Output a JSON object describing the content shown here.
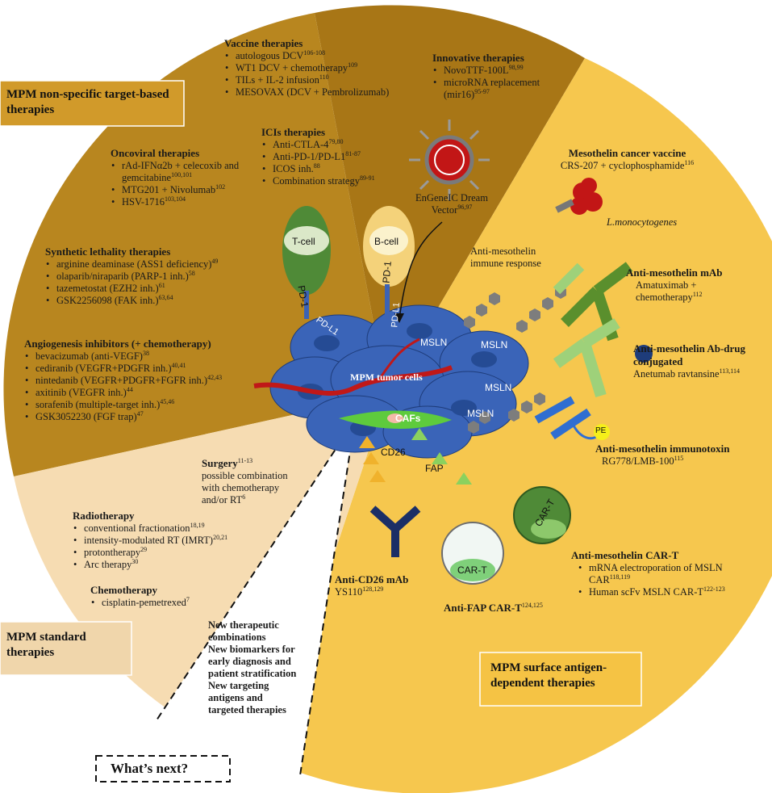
{
  "colors": {
    "nonspecific_sector": "#b8861f",
    "nonspecific_upper": "#a57314",
    "standard_sector": "#f6dcb2",
    "surface_sector": "#f6c74e",
    "nonspecific_label_bg": "#d19a2a",
    "standard_label_bg": "#f0d6ab",
    "surface_label_bg": "#f5c344",
    "tumor_cell": "#3a64b8",
    "caf": "#5ecb3d",
    "mesothelin": "#7a7a7a"
  },
  "labels": {
    "nonspecific": "MPM non-specific target-based therapies",
    "standard": "MPM standard therapies",
    "surface": "MPM surface antigen-dependent therapies",
    "whats_next": "What’s next?"
  },
  "vaccine": {
    "title": "Vaccine therapies",
    "items": [
      {
        "text": "autologous DCV",
        "ref": "106-108"
      },
      {
        "text": "WT1 DCV + chemotherapy",
        "ref": "109"
      },
      {
        "text": "TILs + IL-2 infusion",
        "ref": "110"
      },
      {
        "text": "MESOVAX (DCV + Pembrolizumab)",
        "ref": ""
      }
    ]
  },
  "innovative": {
    "title": "Innovative therapies",
    "items": [
      {
        "text": "NovoTTF-100L",
        "ref": "98,99"
      },
      {
        "text": "microRNA replacement (mir16)",
        "ref": "95-97"
      }
    ]
  },
  "ici": {
    "title": "ICIs therapies",
    "items": [
      {
        "text": "Anti-CTLA-4",
        "ref": "79,80"
      },
      {
        "text": "Anti-PD-1/PD-L1",
        "ref": "81-87"
      },
      {
        "text": "ICOS inh.",
        "ref": "88"
      },
      {
        "text": "Combination strategy",
        "ref": "89-91"
      }
    ]
  },
  "oncoviral": {
    "title": "Oncoviral therapies",
    "items": [
      {
        "text": "rAd-IFNα2b + celecoxib and gemcitabine",
        "ref": "100,101"
      },
      {
        "text": "MTG201 + Nivolumab",
        "ref": "102"
      },
      {
        "text": "HSV-1716",
        "ref": "103,104"
      }
    ]
  },
  "engeneic": {
    "text": "EnGeneIC Dream Vector",
    "ref": "96,97"
  },
  "meso_vaccine": {
    "title": "Mesothelin cancer vaccine",
    "text": "CRS-207 + cyclophosphamide",
    "ref": "116",
    "bacterium": "L.monocytogenes"
  },
  "synthetic": {
    "title": "Synthetic lethality therapies",
    "items": [
      {
        "text": "arginine deaminase (ASS1 deficiency)",
        "ref": "49"
      },
      {
        "text": "olaparib/niraparib (PARP-1 inh.)",
        "ref": "58"
      },
      {
        "text": "tazemetostat (EZH2 inh.)",
        "ref": "61"
      },
      {
        "text": "GSK2256098 (FAK inh.)",
        "ref": "63,64"
      }
    ]
  },
  "angio": {
    "title": "Angiogenesis inhibitors (+ chemotherapy)",
    "items": [
      {
        "text": "bevacizumab (anti-VEGF)",
        "ref": "38"
      },
      {
        "text": "cediranib (VEGFR+PDGFR inh.)",
        "ref": "40,41"
      },
      {
        "text": "nintedanib (VEGFR+PDGFR+FGFR inh.)",
        "ref": "42,43"
      },
      {
        "text": "axitinib (VEGFR inh.)",
        "ref": "44"
      },
      {
        "text": "sorafenib (multiple-target inh.)",
        "ref": "45,46"
      },
      {
        "text": "GSK3052230 (FGF trap)",
        "ref": "47"
      }
    ]
  },
  "surgery": {
    "title": "Surgery",
    "ref": "11-13",
    "line1": "possible combination",
    "line2": "with chemotherapy",
    "line3": "and/or RT",
    "ref2": "6"
  },
  "radiotherapy": {
    "title": "Radiotherapy",
    "items": [
      {
        "text": "conventional fractionation",
        "ref": "18,19"
      },
      {
        "text": "intensity-modulated RT (IMRT)",
        "ref": "20,21"
      },
      {
        "text": "protontherapy",
        "ref": "29"
      },
      {
        "text": "Arc therapy",
        "ref": "30"
      }
    ]
  },
  "chemo": {
    "title": "Chemotherapy",
    "items": [
      {
        "text": "cisplatin-pemetrexed",
        "ref": "7"
      }
    ]
  },
  "whats_next_text": [
    "New therapeutic",
    "combinations",
    "New biomarkers for",
    "early diagnosis and",
    "patient stratification",
    "New targeting",
    "antigens and",
    "targeted therapies"
  ],
  "anti_meso_response": {
    "line1": "Anti-mesothelin",
    "line2": "immune response"
  },
  "anti_meso_mab": {
    "title": "Anti-mesothelin mAb",
    "line1": "Amatuximab +",
    "line2": "chemotherapy",
    "ref": "112"
  },
  "anti_meso_adc": {
    "title1": "Anti-mesothelin Ab-drug",
    "title2": "conjugated",
    "text": "Anetumab ravtansine",
    "ref": "113,114"
  },
  "anti_meso_immunotoxin": {
    "title": "Anti-mesothelin immunotoxin",
    "text": "RG778/LMB-100",
    "ref": "115",
    "pe": "PE"
  },
  "anti_meso_cart": {
    "title": "Anti-mesothelin CAR-T",
    "items": [
      {
        "text": "mRNA electroporation of MSLN CAR",
        "ref": "118,119"
      },
      {
        "text": "Human scFv MSLN CAR-T",
        "ref": "122-123"
      }
    ]
  },
  "anti_fap": {
    "title": "Anti-FAP CAR-T",
    "ref": "124,125"
  },
  "anti_cd26": {
    "title": "Anti-CD26 mAb",
    "text": "YS110",
    "ref": "128,129"
  },
  "cells": {
    "tcell": "T-cell",
    "bcell": "B-cell",
    "pd1_a": "PD-1",
    "pd1_b": "PD-1",
    "pdl1_a": "PD-L1",
    "pdl1_b": "PD-L1",
    "tumor": "MPM tumor cells",
    "cafs": "CAFs",
    "cd26": "CD26",
    "fap": "FAP",
    "msln_1": "MSLN",
    "msln_2": "MSLN",
    "msln_3": "MSLN",
    "msln_4": "MSLN",
    "cart_1": "CAR-T",
    "cart_2": "CAR-T"
  }
}
